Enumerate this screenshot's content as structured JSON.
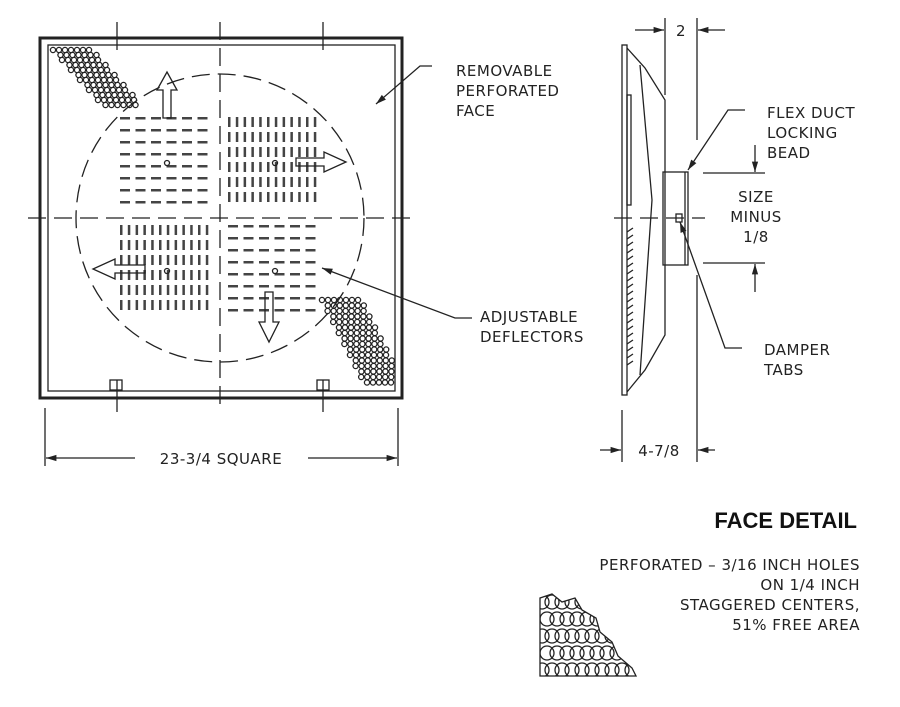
{
  "plan_view": {
    "label_face": [
      "REMOVABLE",
      "PERFORATED",
      "FACE"
    ],
    "label_deflectors": [
      "ADJUSTABLE",
      "DEFLECTORS"
    ],
    "dimension_width": "23-3/4 SQUARE"
  },
  "side_view": {
    "dimension_collar": "2",
    "dimension_depth": "4-7/8",
    "label_bead": [
      "FLEX DUCT",
      "LOCKING",
      "BEAD"
    ],
    "label_size": [
      "SIZE",
      "MINUS",
      "1/8"
    ],
    "label_damper": [
      "DAMPER",
      "TABS"
    ]
  },
  "face_detail": {
    "title": "FACE DETAIL",
    "description": [
      "PERFORATED – 3/16 INCH HOLES",
      "ON 1/4 INCH",
      "STAGGERED CENTERS,",
      "51% FREE AREA"
    ]
  }
}
